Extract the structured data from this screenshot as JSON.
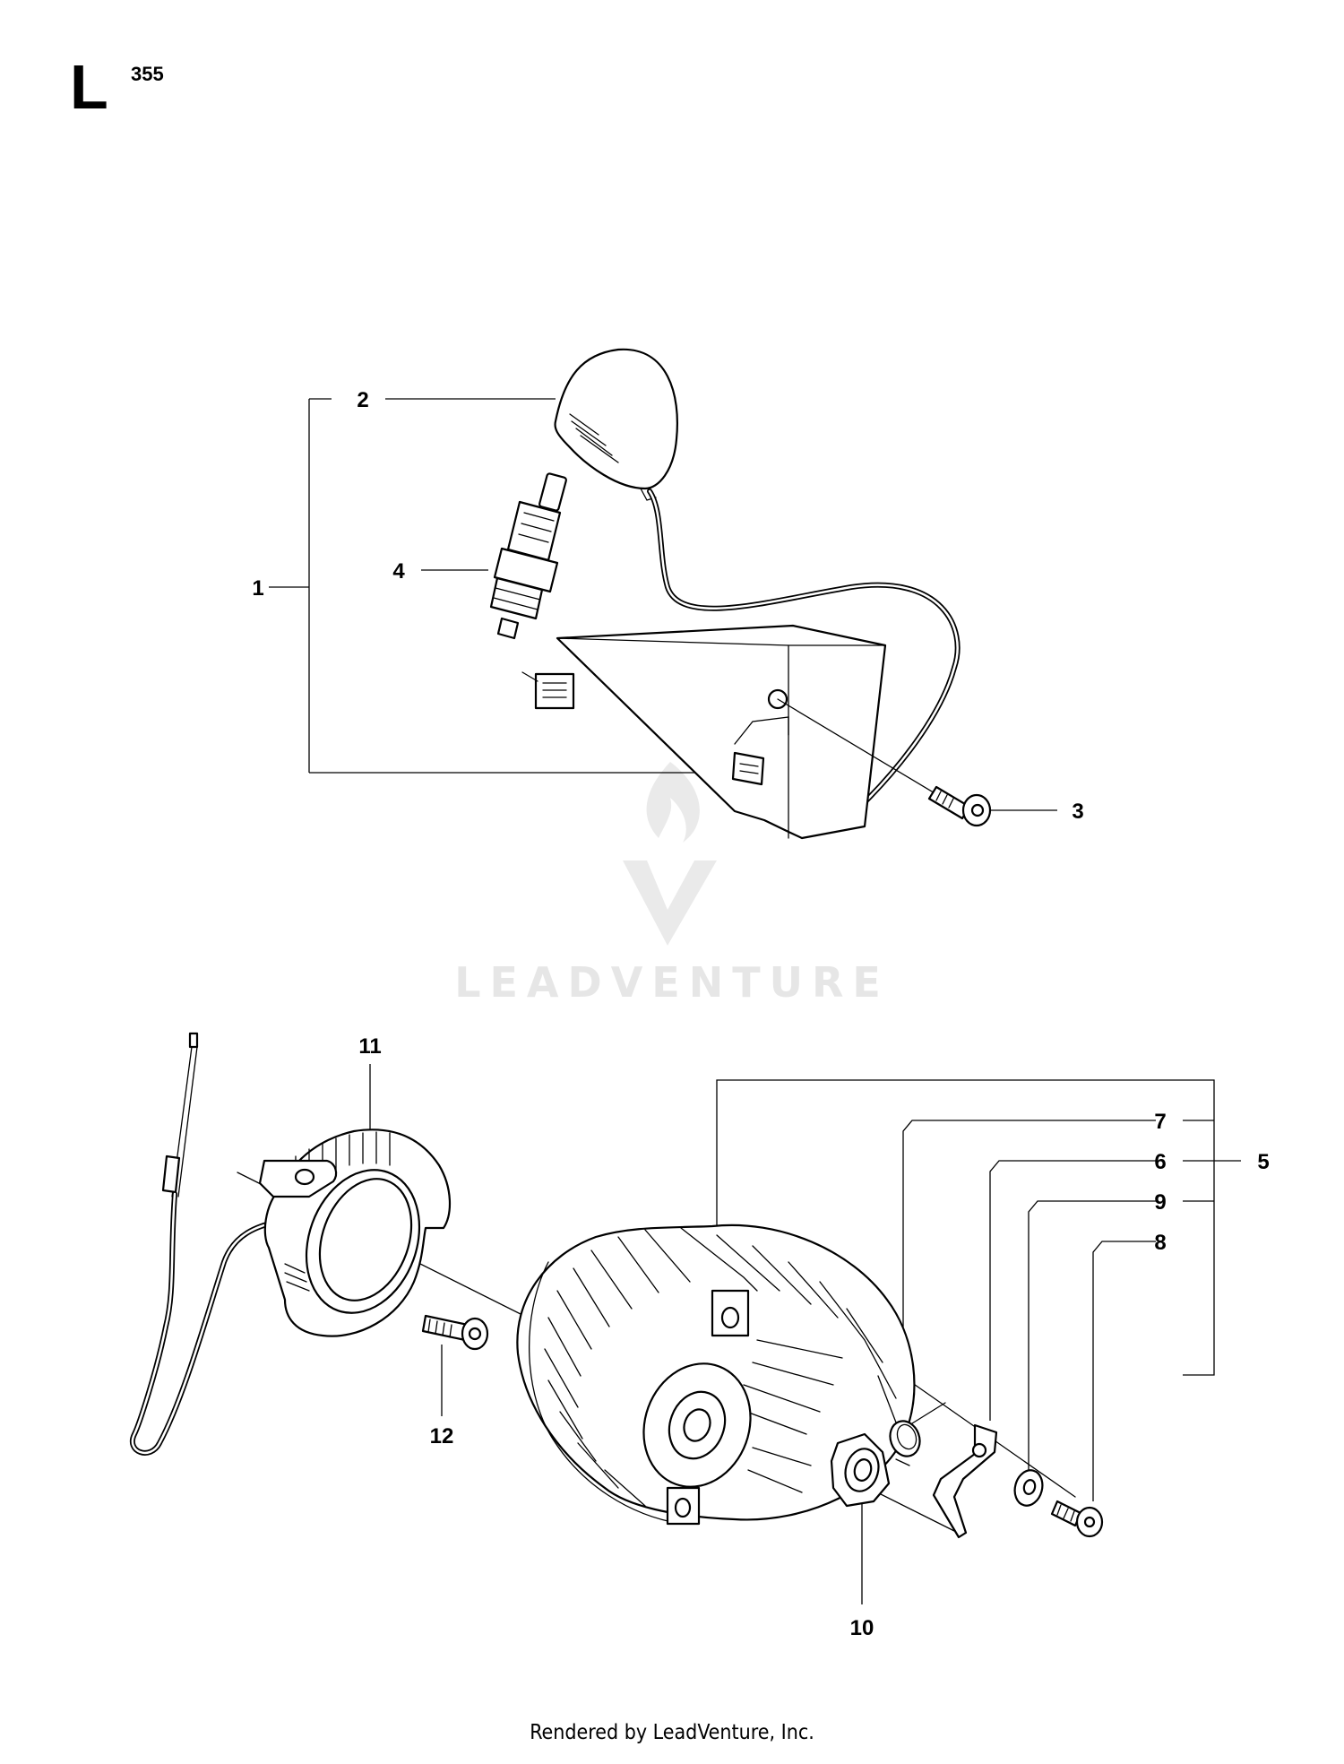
{
  "header": {
    "section_letter": "L",
    "model_number": "355"
  },
  "callouts": [
    "1",
    "2",
    "3",
    "4",
    "5",
    "6",
    "7",
    "8",
    "9",
    "10",
    "11",
    "12"
  ],
  "watermark": {
    "brand_text": "LEADVENTURE"
  },
  "footer": {
    "credit": "Rendered by LeadVenture, Inc."
  }
}
